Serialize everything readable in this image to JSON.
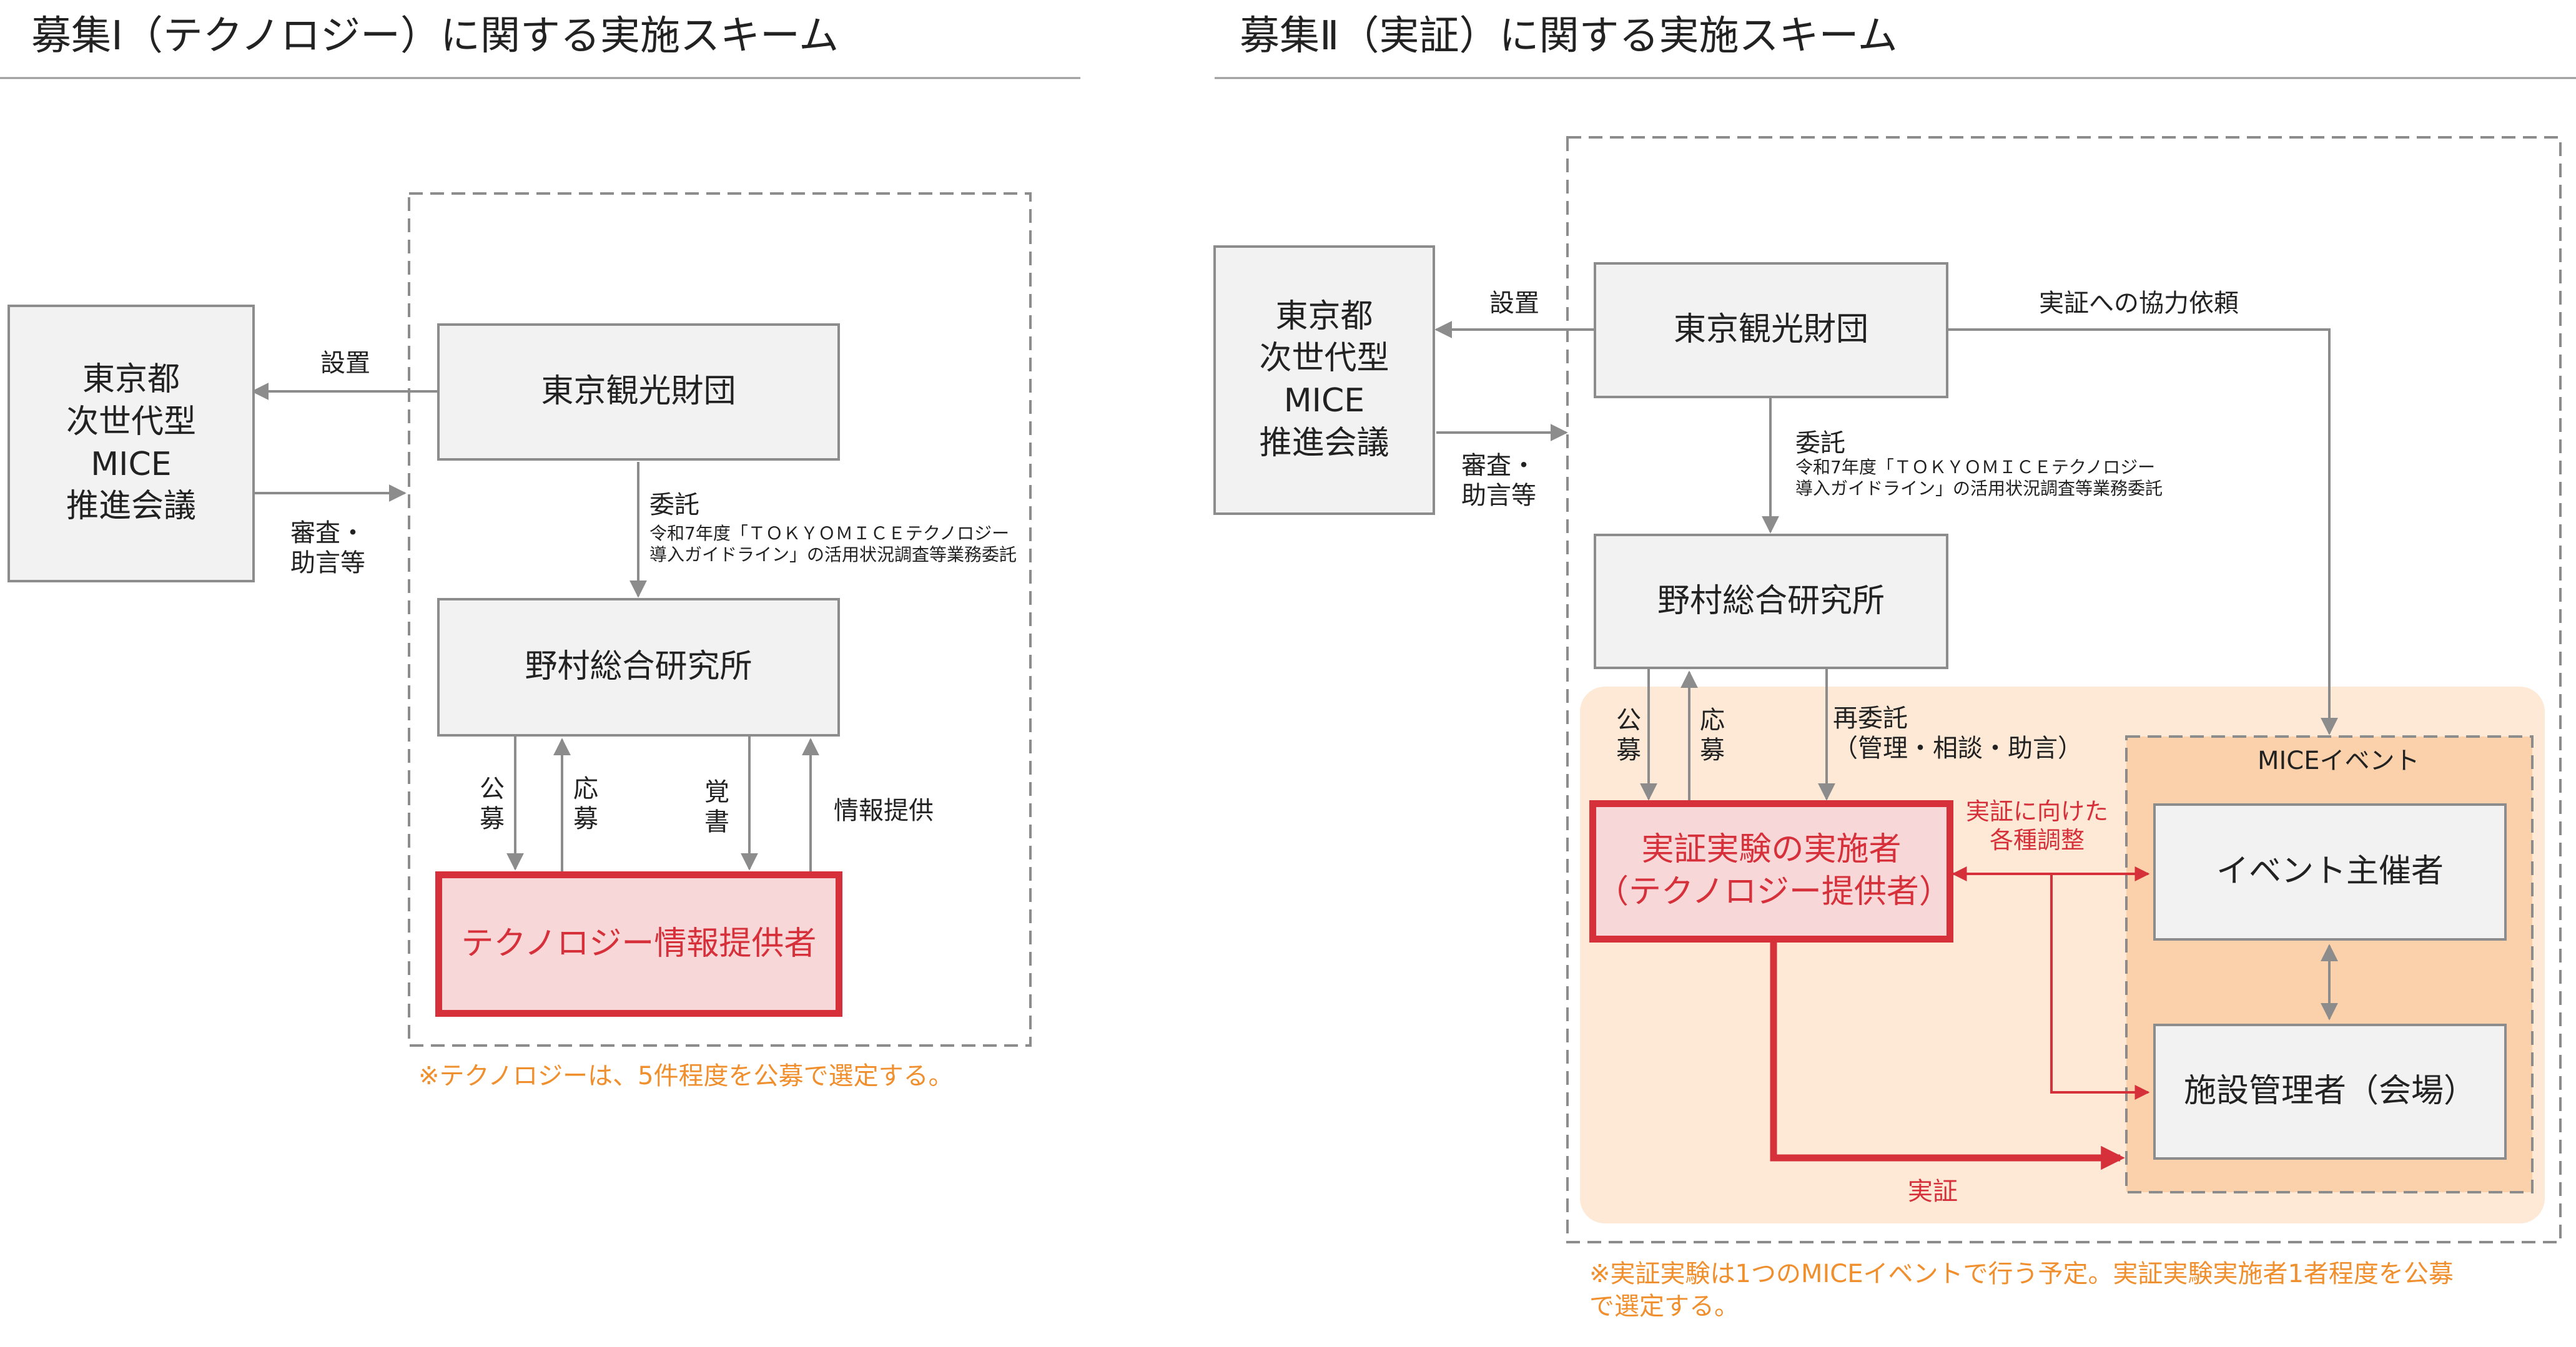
{
  "colors": {
    "accent_red": "#d6313a",
    "note_orange": "#f08f2e",
    "box_fill": "#f2f2f2",
    "box_border": "#8c8c8c",
    "highlight_fill": "#f8d7d9",
    "peach_region": "#fde9d6",
    "mice_region": "#fbd1ab",
    "line_gray": "#8c8c8c"
  },
  "left": {
    "title": "募集Ⅰ（テクノロジー）に関する実施スキーム",
    "council_box": "東京都\n次世代型\nMICE\n推進会議",
    "foundation_box": "東京観光財団",
    "nomura_box": "野村総合研究所",
    "tech_box": "テクノロジー情報提供者",
    "label_setchi": "設置",
    "label_shinsa": "審査・\n助言等",
    "label_itaku": "委託",
    "label_itaku_detail": "令和7年度「ＴＯＫＹＯＭＩＣＥテクノロジー\n導入ガイドライン」の活用状況調査等業務委託",
    "label_kobo": "公\n募",
    "label_obo": "応\n募",
    "label_oboegaki": "覚\n書",
    "label_jouhou": "情報提供",
    "note": "※テクノロジーは、5件程度を公募で選定する。"
  },
  "right": {
    "title": "募集Ⅱ（実証）に関する実施スキーム",
    "council_box": "東京都\n次世代型\nMICE\n推進会議",
    "foundation_box": "東京観光財団",
    "nomura_box": "野村総合研究所",
    "implementer_box": "実証実験の実施者\n（テクノロジー提供者）",
    "event_organizer_box": "イベント主催者",
    "facility_box": "施設管理者（会場）",
    "mice_event_label": "MICEイベント",
    "label_setchi": "設置",
    "label_shinsa": "審査・\n助言等",
    "label_itaku": "委託",
    "label_itaku_detail": "令和7年度「ＴＯＫＹＯＭＩＣＥテクノロジー\n導入ガイドライン」の活用状況調査等業務委託",
    "label_cooperation": "実証への協力依頼",
    "label_kobo": "公\n募",
    "label_obo": "応\n募",
    "label_saiitaku": "再委託\n（管理・相談・助言）",
    "label_adjust": "実証に向けた\n各種調整",
    "label_jissho": "実証",
    "note": "※実証実験は1つのMICEイベントで行う予定。実証実験実施者1者程度を公募\nで選定する。"
  }
}
